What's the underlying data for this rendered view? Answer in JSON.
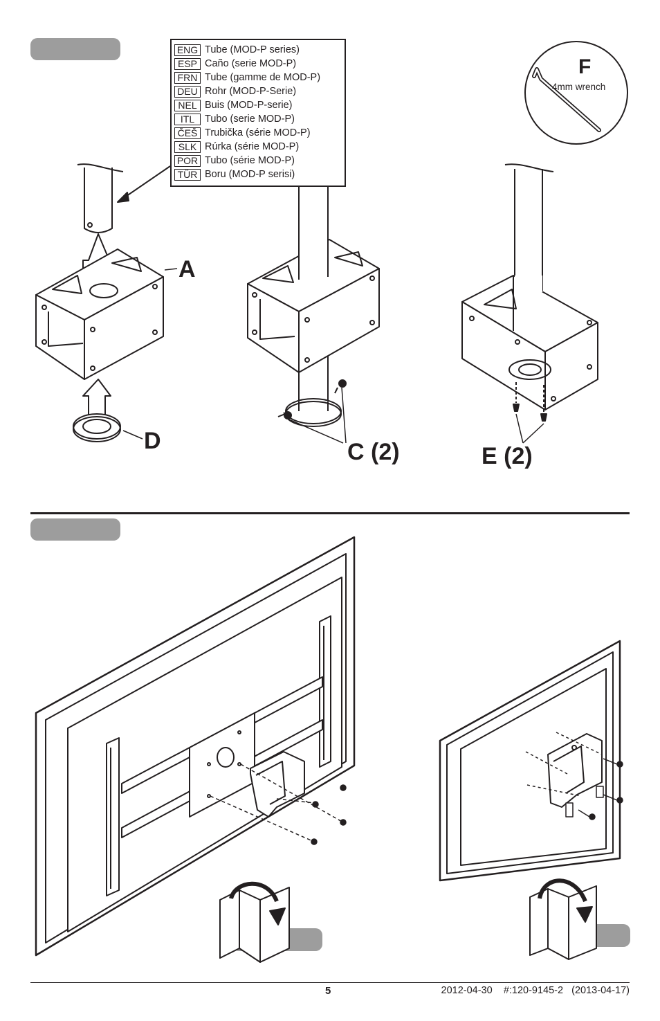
{
  "languages": [
    {
      "code": "ENG",
      "text": "Tube (MOD-P series)"
    },
    {
      "code": "ESP",
      "text": "Caño (serie MOD-P)"
    },
    {
      "code": "FRN",
      "text": "Tube (gamme de MOD-P)"
    },
    {
      "code": "DEU",
      "text": "Rohr (MOD-P-Serie)"
    },
    {
      "code": "NEL",
      "text": "Buis (MOD-P-serie)"
    },
    {
      "code": "ITL",
      "text": "Tubo (serie MOD-P)"
    },
    {
      "code": "ČEŠ",
      "text": "Trubička (série MOD-P)"
    },
    {
      "code": "SLK",
      "text": "Rúrka (série MOD-P)"
    },
    {
      "code": "POR",
      "text": "Tubo (série MOD-P)"
    },
    {
      "code": "TÜR",
      "text": "Boru (MOD-P serisi)"
    }
  ],
  "tool": {
    "letter": "F",
    "label": "4mm wrench"
  },
  "callouts": {
    "a": "A",
    "d": "D",
    "c": "C (2)",
    "e": "E (2)"
  },
  "footer": {
    "page": "5",
    "info": "2012-04-30    #:120-9145-2   (2013-04-17)"
  },
  "colors": {
    "label_pill": "#9d9d9d",
    "line": "#231f20"
  }
}
